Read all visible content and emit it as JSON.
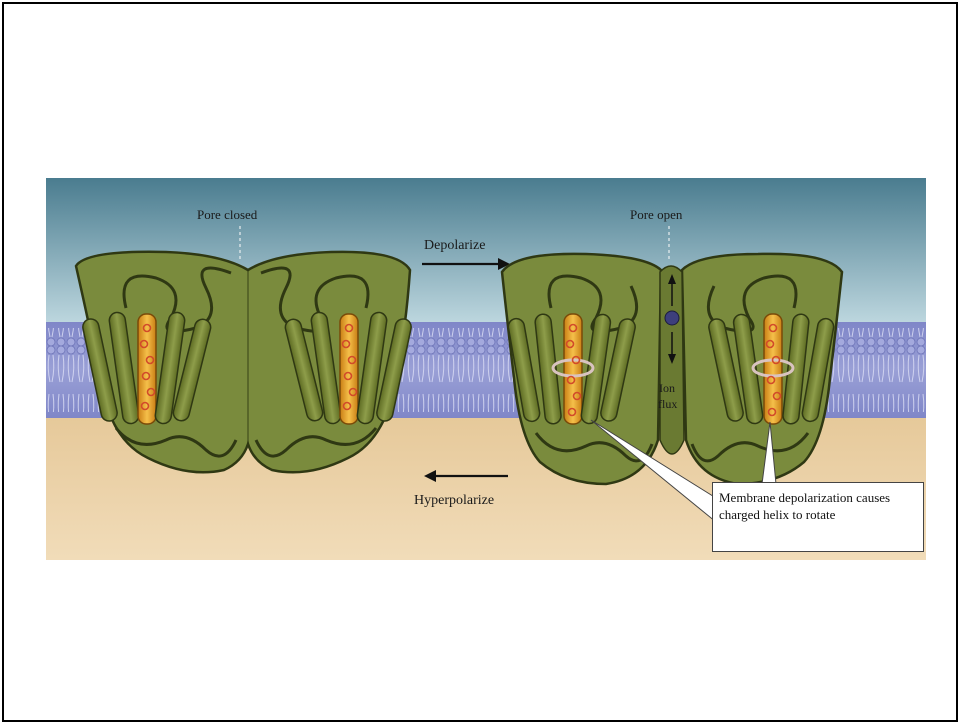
{
  "labels": {
    "pore_closed": "Pore closed",
    "pore_open": "Pore open",
    "depolarize": "Depolarize",
    "hyperpolarize": "Hyperpolarize",
    "ion_flux_line1": "Ion",
    "ion_flux_line2": "flux",
    "callout": "Membrane depolarization causes charged helix to rotate"
  },
  "colors": {
    "sky_top": "#4f7f91",
    "sky_bottom": "#b9d3dc",
    "membrane": "#8d92cf",
    "lipid_line": "#d8daf0",
    "cytoplasm": "#ead1a8",
    "protein_fill": "#7c8d3f",
    "protein_stroke": "#2f3813",
    "helix_charged": "#e7a52a",
    "charge": "#d24a2a"
  }
}
